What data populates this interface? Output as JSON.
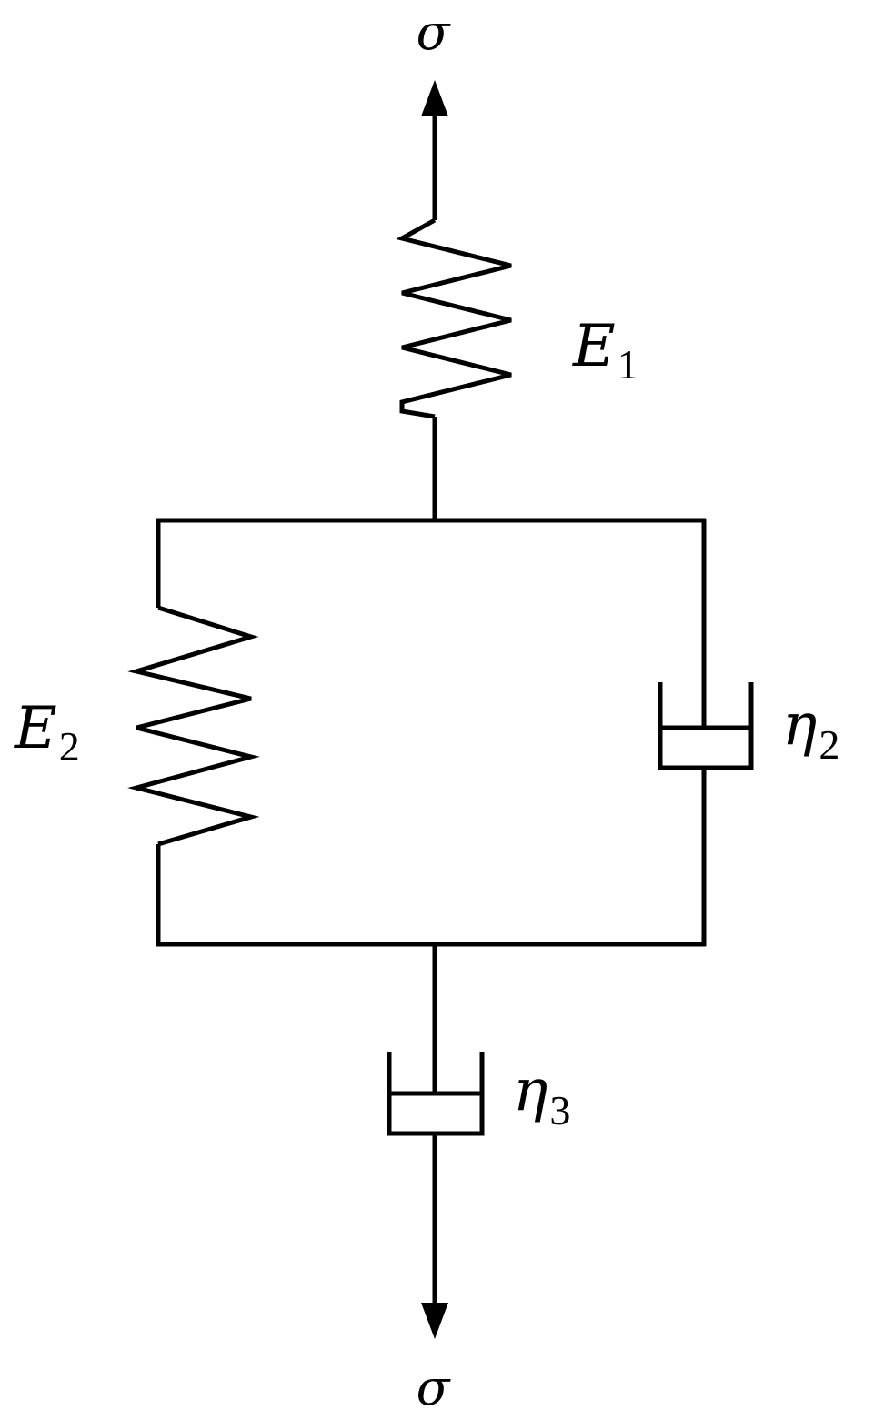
{
  "labels": {
    "stress_top": "σ",
    "stress_bottom": "σ",
    "spring_1": {
      "symbol": "E",
      "subscript": "1"
    },
    "spring_2": {
      "symbol": "E",
      "subscript": "2"
    },
    "dashpot_2": {
      "symbol": "η",
      "subscript": "2"
    },
    "dashpot_3": {
      "symbol": "η",
      "subscript": "3"
    }
  },
  "colors": {
    "line": "#000000",
    "background": "#ffffff"
  }
}
